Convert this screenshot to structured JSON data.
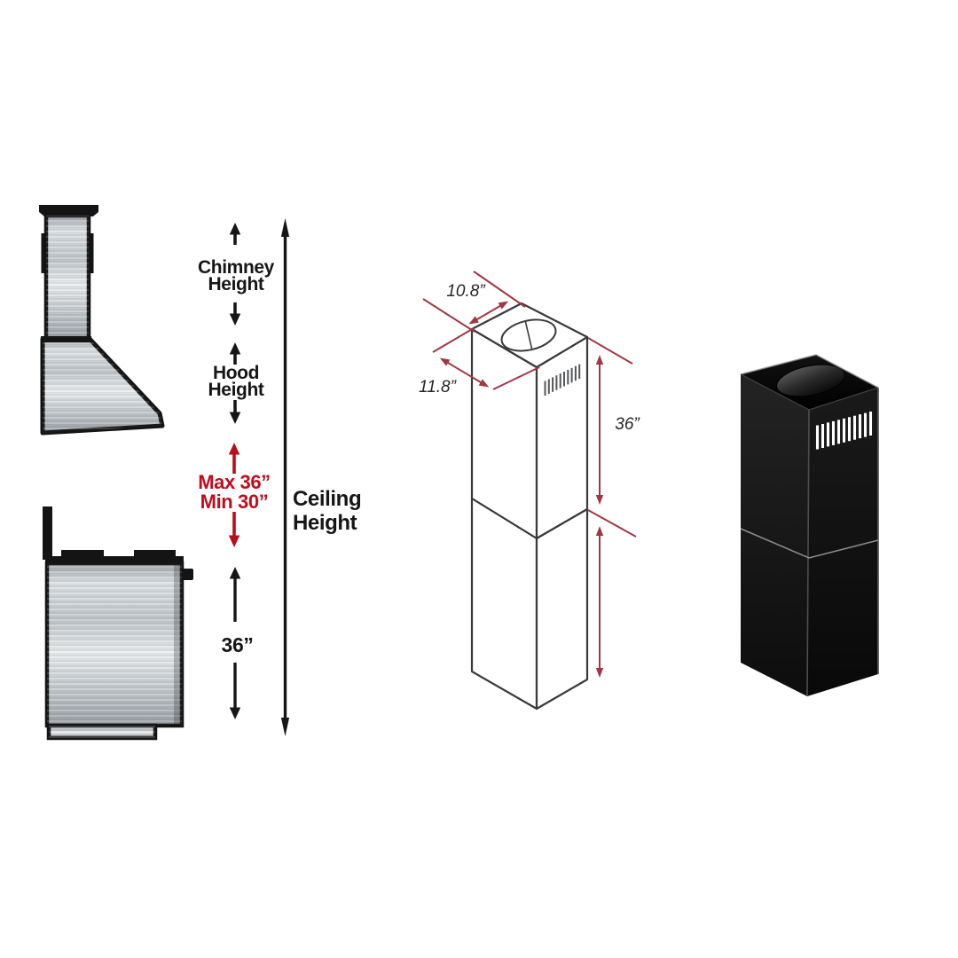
{
  "page": {
    "background": "#ffffff"
  },
  "colors": {
    "red_text": "#c00d1d",
    "red_arrow": "#b80f1d",
    "dimension_line_red": "#a13744",
    "drawing_line": "#3a3a3a",
    "black": "#141414"
  },
  "left_diagram": {
    "chimney_height_label": "Chimney\nHeight",
    "hood_height_label": "Hood\nHeight",
    "max_label": "Max 36”",
    "min_label": "Min 30”",
    "range_top_clearance_label": "36”",
    "ceiling_height_label": "Ceiling\nHeight"
  },
  "middle_diagram": {
    "top_depth_label": "10.8”",
    "front_width_label": "11.8”",
    "section_height_label": "36”"
  }
}
